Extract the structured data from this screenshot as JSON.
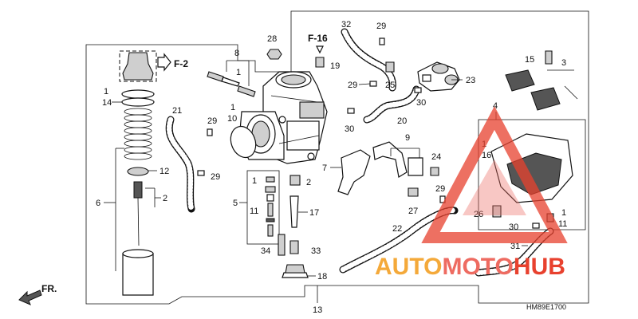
{
  "diagram": {
    "ref_labels": [
      "F-2",
      "F-16"
    ],
    "drawing_code": "HM89E1700",
    "direction_label": "FR.",
    "watermark": {
      "part1": "AUTO",
      "part2": "MOTO",
      "part3": "HUB",
      "color1": "#f4a93a",
      "color2": "#ee6b61",
      "color3": "#e8412e"
    },
    "callouts": {
      "c1a": "1",
      "c14": "14",
      "c6": "6",
      "c12": "12",
      "c2a": "2",
      "c28": "28",
      "c8": "8",
      "c1b": "1",
      "c1c": "1",
      "c10": "10",
      "c21": "21",
      "c29a": "29",
      "c29b": "29",
      "c5": "5",
      "c1d": "1",
      "c11a": "11",
      "c2b": "2",
      "c17": "17",
      "c34": "34",
      "c33": "33",
      "c18": "18",
      "c13": "13",
      "c32": "32",
      "c29c": "29",
      "c19": "19",
      "c29d": "29",
      "c25": "25",
      "c23": "23",
      "c30a": "30",
      "c20": "20",
      "c30b": "30",
      "c9": "9",
      "c7": "7",
      "c24": "24",
      "c27": "27",
      "c22": "22",
      "c29e": "29",
      "c15": "15",
      "c3": "3",
      "c4": "4",
      "c1e": "1",
      "c16": "16",
      "c26": "26",
      "c30c": "30",
      "c1f": "1",
      "c11b": "11",
      "c31": "31"
    }
  }
}
